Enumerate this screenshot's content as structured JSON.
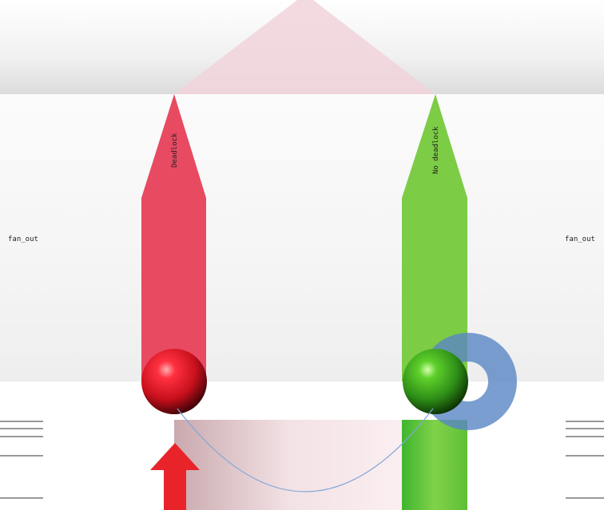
{
  "labels": {
    "left_bar": "Deadlock",
    "right_bar": "No deadlock",
    "left_side": "fan_out",
    "right_side": "fan_out"
  },
  "colors": {
    "deadlock_bar": "#e84a62",
    "no_deadlock_bar": "#7ccc45",
    "roof": "#f0d4da",
    "ring": "#5a86c6",
    "arrow": "#e8242a",
    "arc": "#7fa6d8",
    "panel_line": "#333333"
  },
  "icons": {
    "arrow": "red-up-arrow-icon",
    "ring": "blue-ring-icon"
  }
}
